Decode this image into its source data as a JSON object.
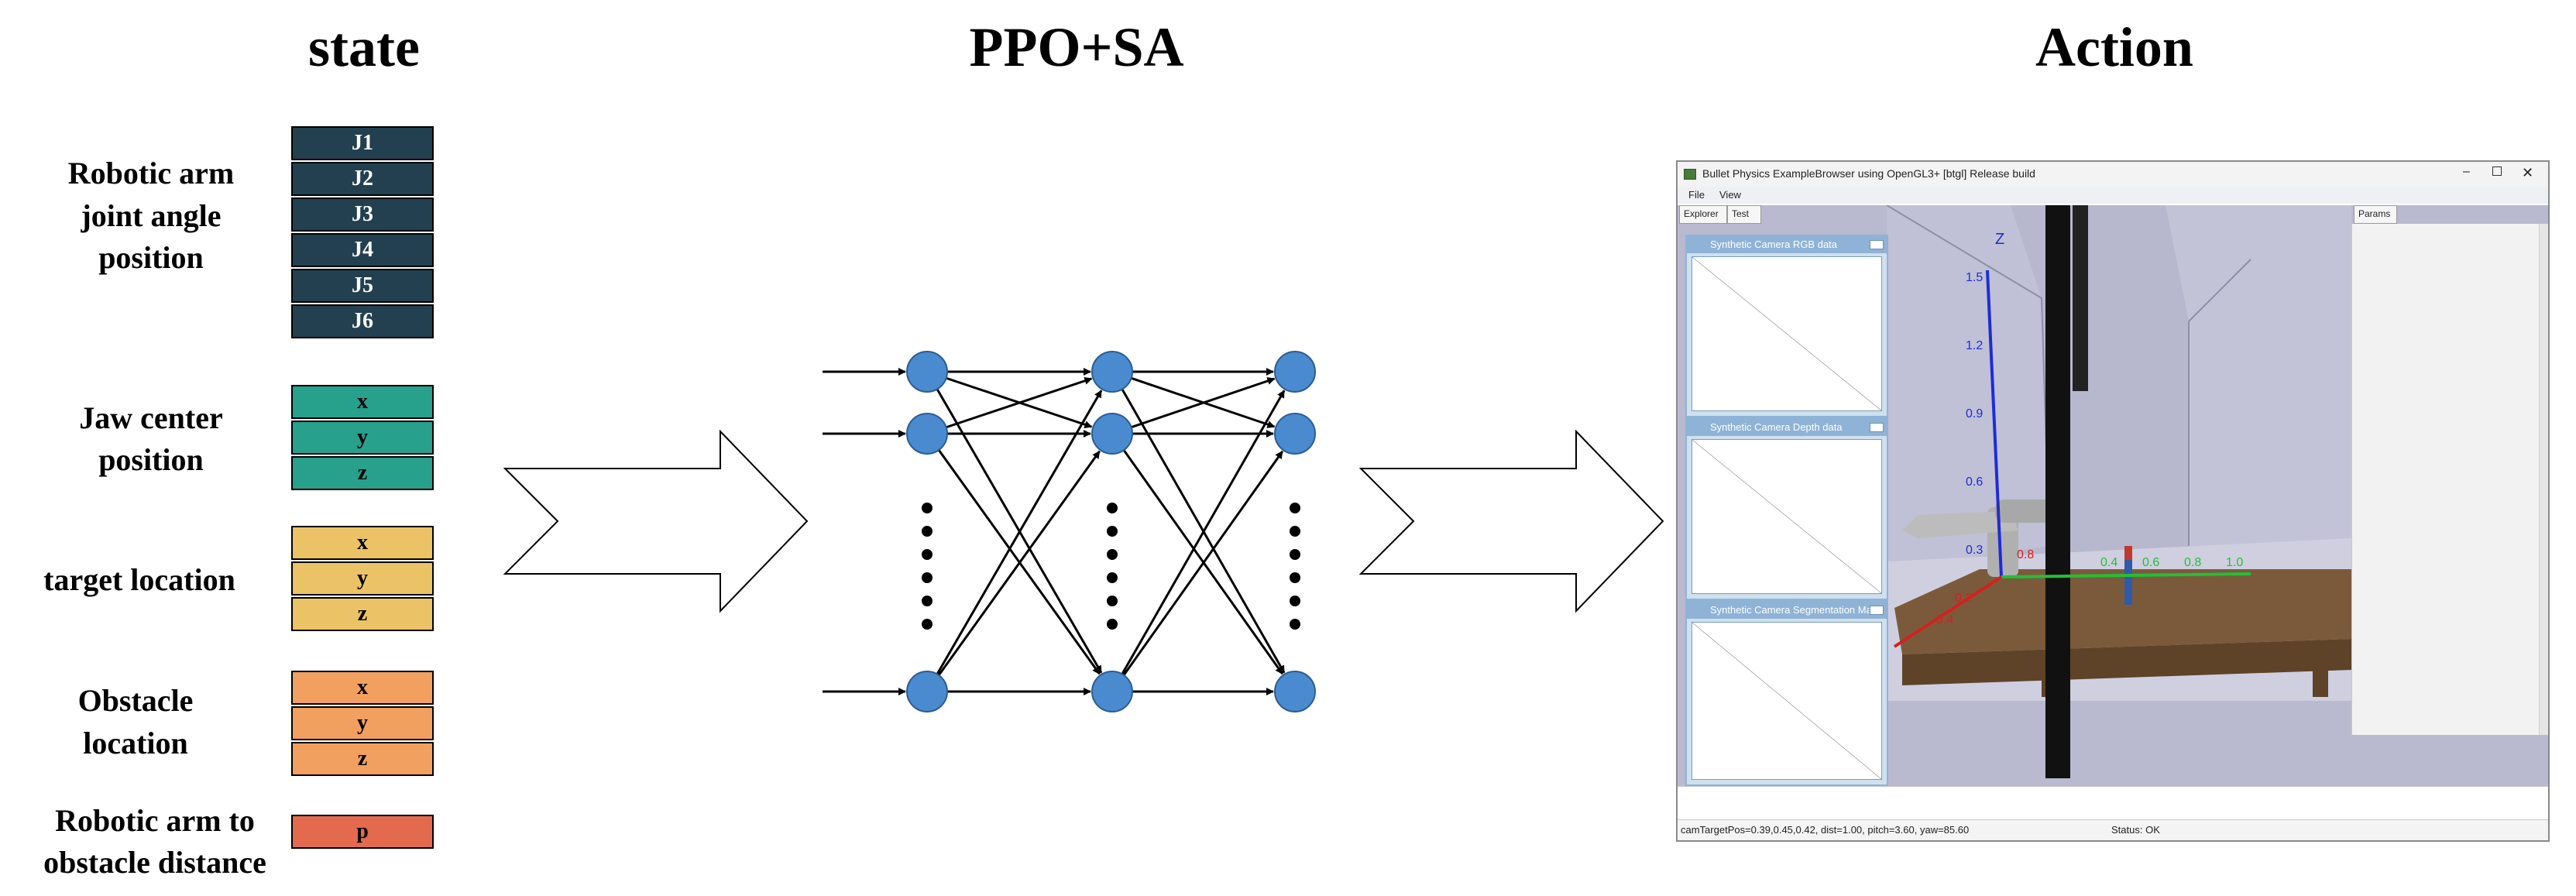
{
  "headings": {
    "state": "state",
    "model": "PPO+SA",
    "action": "Action"
  },
  "state_groups": [
    {
      "label": [
        "Robotic arm",
        "joint angle",
        "position"
      ],
      "color": "#22404f",
      "text_color": "#ffffff",
      "cells": [
        "J1",
        "J2",
        "J3",
        "J4",
        "J5",
        "J6"
      ]
    },
    {
      "label": [
        "Jaw center",
        "position"
      ],
      "color": "#27a08c",
      "text_color": "#000000",
      "cells": [
        "x",
        "y",
        "z"
      ]
    },
    {
      "label": [
        "target location"
      ],
      "color": "#ebc266",
      "text_color": "#000000",
      "cells": [
        "x",
        "y",
        "z"
      ]
    },
    {
      "label": [
        "Obstacle",
        "location"
      ],
      "color": "#f2a060",
      "text_color": "#000000",
      "cells": [
        "x",
        "y",
        "z"
      ]
    },
    {
      "label": [
        "Robotic arm to",
        "obstacle distance"
      ],
      "color": "#e46a4e",
      "text_color": "#000000",
      "cells": [
        "p"
      ]
    }
  ],
  "network": {
    "node_color": "#4a8bd0",
    "layers": 3
  },
  "sim_window": {
    "title": "Bullet Physics ExampleBrowser using OpenGL3+ [btgl] Release build",
    "menu": [
      "File",
      "View"
    ],
    "left_tabs": [
      "Explorer",
      "Test"
    ],
    "right_tab": "Params",
    "panels": [
      "Synthetic Camera RGB data",
      "Synthetic Camera Depth data",
      "Synthetic Camera Segmentation Mask"
    ],
    "status_left": "camTargetPos=0.39,0.45,0.42, dist=1.00, pitch=3.60, yaw=85.60",
    "status_right": "Status: OK",
    "z_axis_label": "Z",
    "z_ticks": [
      "1.5",
      "1.2",
      "0.9",
      "0.6",
      "0.3"
    ],
    "x_ticks": [
      "0.4",
      "0.6",
      "0.8",
      "1.0"
    ],
    "red_ticks": [
      "0.8",
      "0.2",
      "0.4"
    ]
  }
}
